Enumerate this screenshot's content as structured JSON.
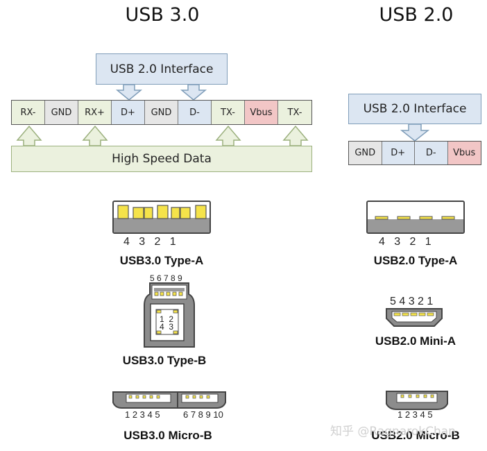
{
  "headings": {
    "usb3": "USB 3.0",
    "usb2": "USB 2.0"
  },
  "usb3": {
    "interface_label": "USB 2.0 Interface",
    "pins": [
      {
        "label": "RX-",
        "color": "#ebf1de"
      },
      {
        "label": "GND",
        "color": "#e6e6e6"
      },
      {
        "label": "RX+",
        "color": "#ebf1de"
      },
      {
        "label": "D+",
        "color": "#dce6f2"
      },
      {
        "label": "GND",
        "color": "#e6e6e6"
      },
      {
        "label": "D-",
        "color": "#dce6f2"
      },
      {
        "label": "TX-",
        "color": "#ebf1de"
      },
      {
        "label": "Vbus",
        "color": "#f2c6c6"
      },
      {
        "label": "TX-",
        "color": "#ebf1de"
      }
    ],
    "high_speed_label": "High Speed Data"
  },
  "usb2": {
    "interface_label": "USB 2.0 Interface",
    "pins": [
      {
        "label": "GND",
        "color": "#e6e6e6"
      },
      {
        "label": "D+",
        "color": "#dce6f2"
      },
      {
        "label": "D-",
        "color": "#dce6f2"
      },
      {
        "label": "Vbus",
        "color": "#f2c6c6"
      }
    ]
  },
  "connectors": {
    "usb3_type_a": {
      "label": "USB3.0 Type-A",
      "pin_numbers": "4   3   2   1"
    },
    "usb3_type_b": {
      "label": "USB3.0 Type-B",
      "pin_numbers_top": "5 6 7 8 9",
      "inner_top": "1  2",
      "inner_bottom": "4  3"
    },
    "usb3_micro_b": {
      "label": "USB3.0 Micro-B",
      "pin_numbers_left": "1 2 3 4 5",
      "pin_numbers_right": "6 7 8 9 10"
    },
    "usb2_type_a": {
      "label": "USB2.0 Type-A",
      "pin_numbers": "4   3   2   1"
    },
    "usb2_mini_a": {
      "label": "USB2.0 Mini-A",
      "pin_numbers": "5 4 3 2 1"
    },
    "usb2_micro_b": {
      "label": "USB2.0 Micro-B",
      "pin_numbers": "1 2 3 4 5"
    }
  },
  "watermark": "知乎 @RagnarokChan"
}
